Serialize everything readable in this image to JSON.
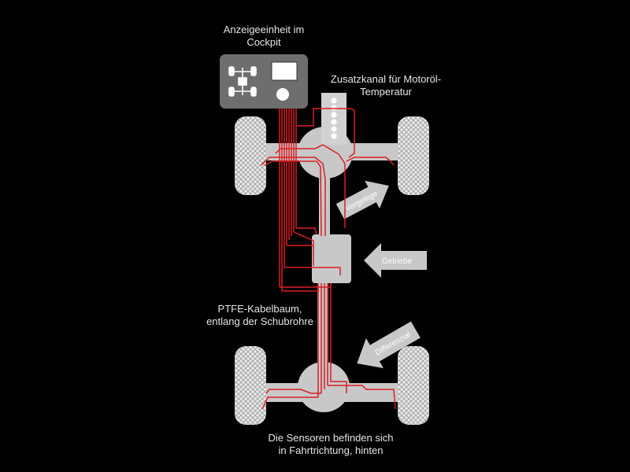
{
  "colors": {
    "background": "#000000",
    "component_fill": "#c8c8c8",
    "cockpit_unit_fill": "#6e6e6e",
    "tire_fill": "#e0e0e0",
    "harness_wire": "#d81f26",
    "label_text": "#e6e6e6"
  },
  "labels": {
    "cockpit_display": "Anzeigeeinheit im\nCockpit",
    "oil_temp_channel": "Zusatzkanal für Motoröl-\nTemperatur",
    "harness": "PTFE-Kabelbaum,\nentlang der Schubrohre",
    "sensors": "Die Sensoren befinden sich\nin Fahrtrichtung, hinten"
  },
  "arrows": {
    "transfer_case": "Vorgelege",
    "gearbox": "Getriebe",
    "differential": "Differenzial"
  },
  "icons": {
    "cockpit_axle_schematic": "drivetrain-schematic-icon",
    "cockpit_screen": "display-screen-icon",
    "cockpit_knob": "knob-icon"
  }
}
